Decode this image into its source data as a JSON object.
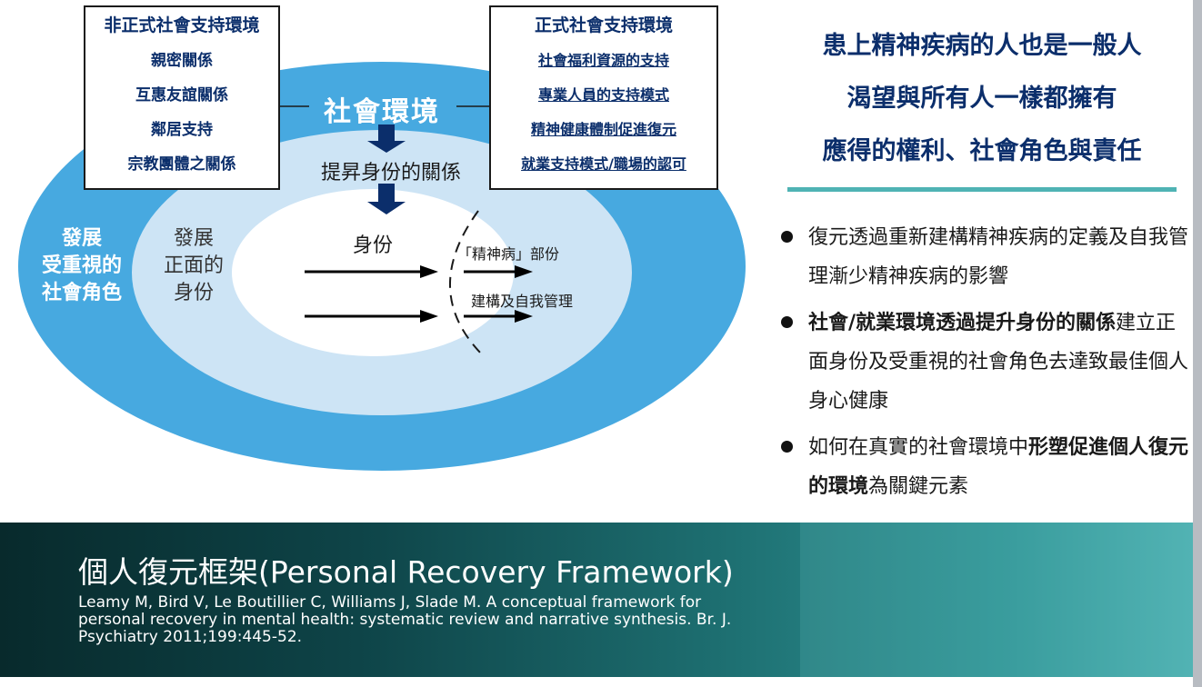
{
  "diagram": {
    "informal_box": {
      "title": "非正式社會支持環境",
      "items": [
        "親密關係",
        "互惠友誼關係",
        "鄰居支持",
        "宗教團體之關係"
      ]
    },
    "formal_box": {
      "title": "正式社會支持環境",
      "items": [
        "社會福利資源的支持",
        "專業人員的支持模式",
        "精神健康體制促進復元",
        "就業支持模式/職場的認可"
      ]
    },
    "env_title": "社會環境",
    "promote_text": "提昇身份的關係",
    "outer_ring_label": [
      "發展",
      "受重視的",
      "社會角色"
    ],
    "middle_ring_label": [
      "發展",
      "正面的",
      "身份"
    ],
    "identity_text": "身份",
    "illness_part_text": "「精神病」部份",
    "self_management_text": "建構及自我管理",
    "colors": {
      "outer_ring": "#47a9e0",
      "middle_ring": "#cde4f5",
      "inner_ellipse": "#ffffff",
      "arrow_block": "#0b2e6b"
    }
  },
  "headline": [
    "患上精神疾病的人也是一般人",
    "渴望與所有人一樣都擁有",
    "應得的權利、社會角色與責任"
  ],
  "bullets": {
    "b1": {
      "text": "復元透過重新建構精神疾病的定義及自我管理漸少精神疾病的影響"
    },
    "b2": {
      "bold": "社會/就業環境透過提升身份的關係",
      "rest": "建立正面身份及受重視的社會角色去達致最佳個人身心健康"
    },
    "b3": {
      "pre": "如何在真實的社會環境中",
      "bold": "形塑促進個人復元的環境",
      "post": "為關鍵元素"
    }
  },
  "footer": {
    "title": "個人復元框架(Personal Recovery Framework)",
    "citation": "Leamy M, Bird V, Le Boutillier C, Williams J, Slade M. A conceptual framework for personal recovery in mental health: systematic review and narrative synthesis. Br. J. Psychiatry 2011;199:445-52."
  }
}
